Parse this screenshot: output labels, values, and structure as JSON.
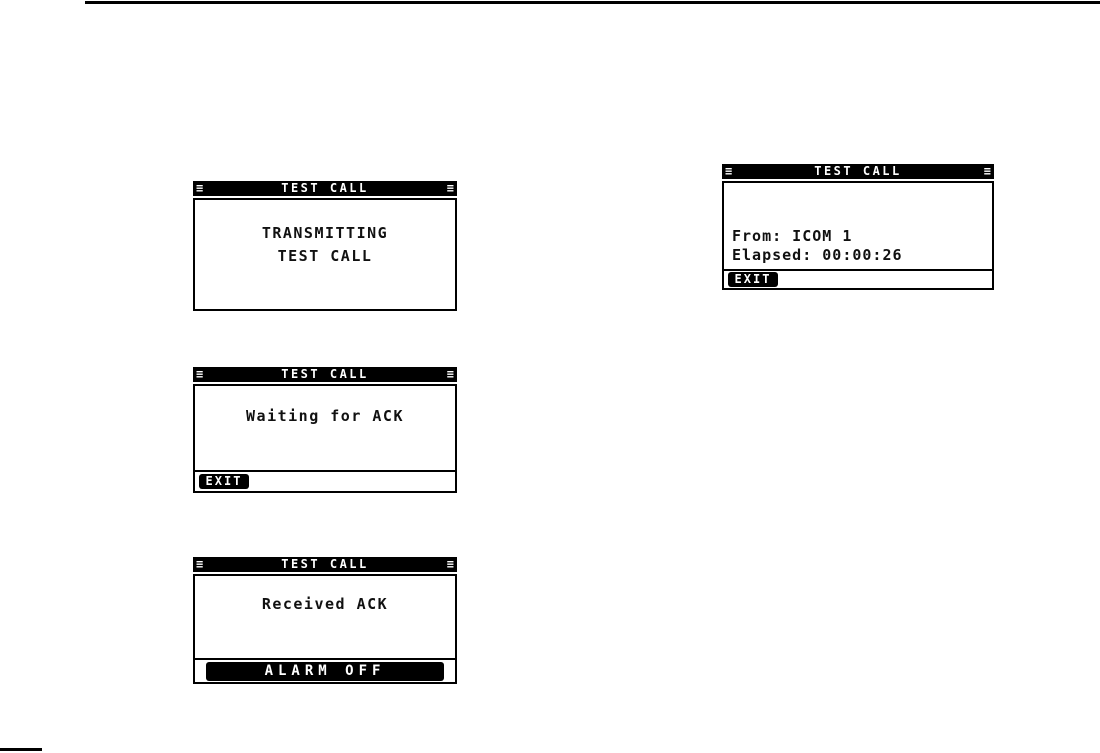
{
  "colors": {
    "lcd_fg": "#000000",
    "lcd_bg": "#ffffff"
  },
  "icons": {
    "menu": "≡"
  },
  "screens": {
    "transmitting": {
      "title": "TEST CALL",
      "message_line1": "TRANSMITTING",
      "message_line2": "TEST CALL"
    },
    "incoming": {
      "title": "TEST CALL",
      "from": "From: ICOM 1",
      "elapsed": "Elapsed: 00:00:26",
      "softkey": "EXIT"
    },
    "waiting": {
      "title": "TEST CALL",
      "message": "Waiting for ACK",
      "softkey": "EXIT"
    },
    "received": {
      "title": "TEST CALL",
      "message": "Received ACK",
      "softkey": "ALARM OFF"
    }
  }
}
